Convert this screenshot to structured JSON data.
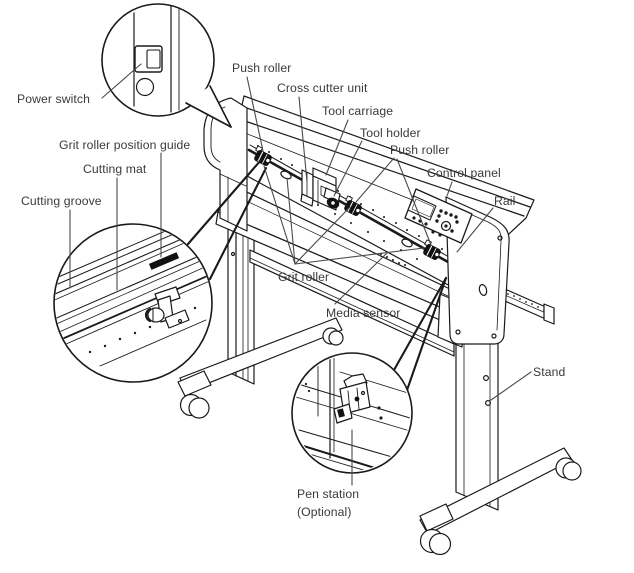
{
  "title": "Cutting plotter parts diagram",
  "colors": {
    "background": "#ffffff",
    "line": "#1a1a1a",
    "leader": "#4a4a4a",
    "text": "#3a3a3a",
    "fill_dark": "#111111"
  },
  "labels": [
    {
      "id": "power-switch",
      "text": "Power switch"
    },
    {
      "id": "grit-roller-position-guide",
      "text": "Grit roller position guide"
    },
    {
      "id": "cutting-mat",
      "text": "Cutting mat"
    },
    {
      "id": "cutting-groove",
      "text": "Cutting groove"
    },
    {
      "id": "push-roller-left",
      "text": "Push roller"
    },
    {
      "id": "cross-cutter-unit",
      "text": "Cross cutter unit"
    },
    {
      "id": "tool-carriage",
      "text": "Tool carriage"
    },
    {
      "id": "tool-holder",
      "text": "Tool holder"
    },
    {
      "id": "push-roller-right",
      "text": "Push roller"
    },
    {
      "id": "control-panel",
      "text": "Control panel"
    },
    {
      "id": "rail",
      "text": "Rail"
    },
    {
      "id": "grit-roller",
      "text": "Grit roller"
    },
    {
      "id": "media-sensor",
      "text": "Media sensor"
    },
    {
      "id": "stand",
      "text": "Stand"
    },
    {
      "id": "pen-station",
      "text": "Pen station"
    },
    {
      "id": "pen-station-optional",
      "text": "(Optional)"
    }
  ]
}
